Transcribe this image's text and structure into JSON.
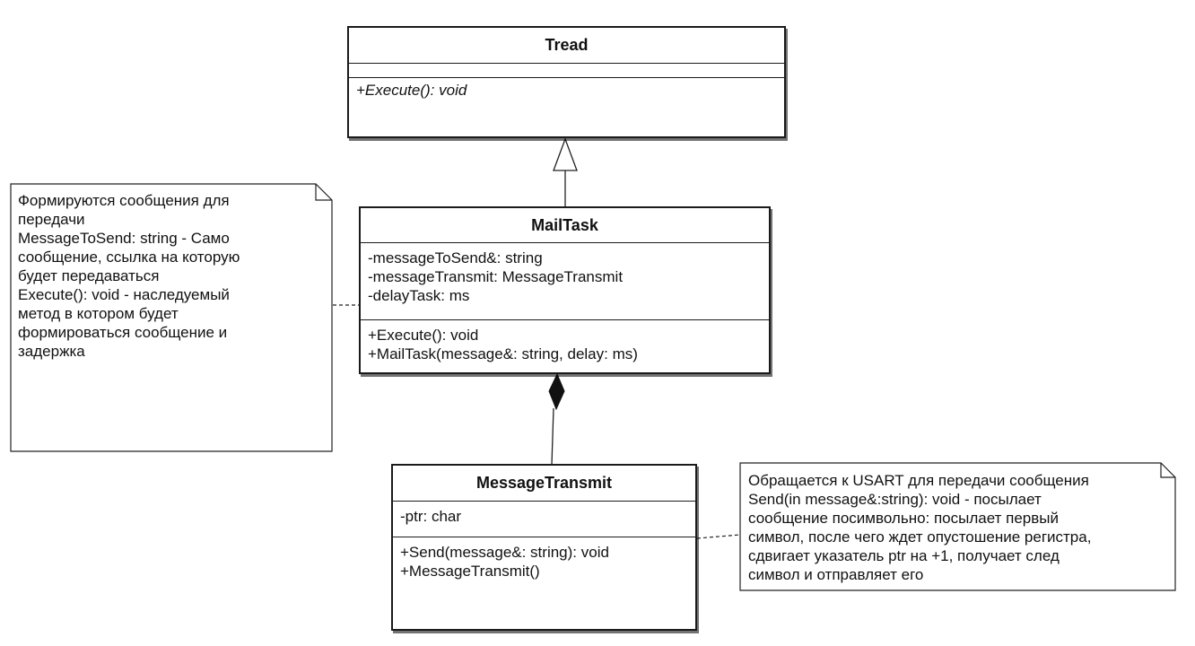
{
  "tread": {
    "name": "Tread",
    "attributes": [],
    "operations": [
      "+Execute(): void"
    ]
  },
  "mailtask": {
    "name": "MailTask",
    "attributes": [
      "-messageToSend&: string",
      "-messageTransmit: MessageTransmit",
      "-delayTask: ms"
    ],
    "operations": [
      "+Execute(): void",
      "+MailTask(message&: string, delay: ms)"
    ]
  },
  "messagetransmit": {
    "name": "MessageTransmit",
    "attributes": [
      "-ptr: char"
    ],
    "operations": [
      "+Send(message&: string): void",
      "+MessageTransmit()"
    ]
  },
  "note_left": {
    "lines": [
      "Формируются сообщения для",
      "передачи",
      "MessageToSend: string - Само",
      "сообщение, ссылка на которую",
      "будет передаваться",
      "Execute(): void - наследуемый",
      "метод в котором будет",
      "формироваться сообщение и",
      "задержка"
    ]
  },
  "note_right": {
    "lines": [
      "Обращается к USART для передачи сообщения",
      "Send(in message&:string): void - посылает",
      "сообщение посимвольно: посылает первый",
      "символ, после чего ждет опустошение регистра,",
      "сдвигает указатель ptr на +1, получает след",
      "символ и отправляет его"
    ]
  }
}
